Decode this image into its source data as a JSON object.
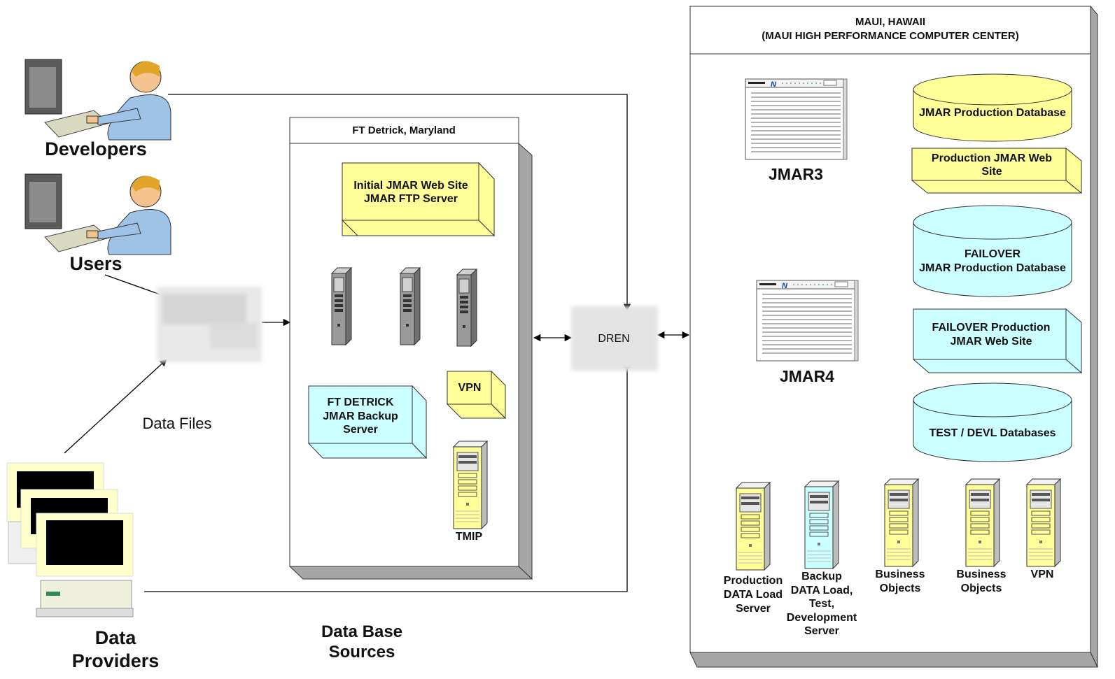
{
  "people": {
    "developers": "Developers",
    "users": "Users",
    "data_providers_line1": "Data",
    "data_providers_line2": "Providers"
  },
  "data_files": "Data Files",
  "database_sources_line1": "Data Base",
  "database_sources_line2": "Sources",
  "dren": "DREN",
  "ft_detrick": {
    "title": "FT Detrick, Maryland",
    "web_site_line1": "Initial JMAR Web Site",
    "web_site_line2": "JMAR FTP Server",
    "backup_line1": "FT DETRICK",
    "backup_line2": "JMAR Backup",
    "backup_line3": "Server",
    "vpn": "VPN",
    "tmip": "TMIP"
  },
  "maui": {
    "title_line1": "MAUI, HAWAII",
    "title_line2": "(MAUI HIGH PERFORMANCE COMPUTER CENTER)",
    "jmar3": "JMAR3",
    "jmar4": "JMAR4",
    "prod_db": "JMAR Production Database",
    "prod_web_line1": "Production JMAR Web",
    "prod_web_line2": "Site",
    "failover_db_line1": "FAILOVER",
    "failover_db_line2": "JMAR Production Database",
    "failover_web_line1": "FAILOVER Production",
    "failover_web_line2": "JMAR Web Site",
    "test_db": "TEST / DEVL Databases",
    "servers": {
      "prod_load": [
        "Production",
        "DATA Load",
        "Server"
      ],
      "backup_load": [
        "Backup",
        "DATA Load,",
        "Test,",
        "Development",
        "Server"
      ],
      "bo1": [
        "Business",
        "Objects"
      ],
      "bo2": [
        "Business",
        "Objects"
      ],
      "vpn": [
        "VPN"
      ]
    }
  },
  "colors": {
    "yellow": "#ffff99",
    "cyan": "#ccffff",
    "grey_shadow": "#a6a6a6",
    "tower_grey": "#9a9a9a"
  }
}
